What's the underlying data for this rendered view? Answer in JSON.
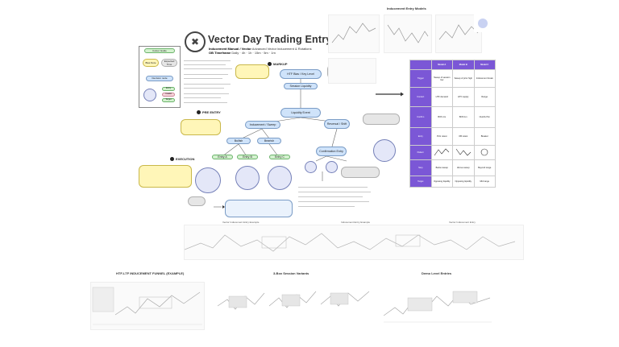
{
  "header": {
    "title": "Vector Day Trading Entry System",
    "line1_bold": "Inducement Manual / Vector",
    "line1_rest": "Advanced Vector inducement & Rotations",
    "line2_bold": "OB Timeframe",
    "line2_rest": "Daily · 4h · 1h · 15m · 5m · 1m"
  },
  "legend": {
    "title": "Colour Guide",
    "items": [
      "Bias Note",
      "Expected Time",
      "Decision node"
    ],
    "sub_items": [
      "Entry",
      "Invalid",
      "Target"
    ]
  },
  "sections": {
    "markup": "MARKUP",
    "pre_entry": "PRE ENTRY",
    "execution": "EXECUTION"
  },
  "flow": {
    "htf_bias": "HTF Bias / Key Level",
    "session": "Session Liquidity",
    "liquidity_event": "Liquidity Event",
    "inducement": "Inducement / Sweep",
    "reversal": "Reversal / Shift",
    "bullish": "Bullish",
    "bearish": "Bearish",
    "confirm": "Confirmation Entry",
    "entry_a": "Entry A",
    "entry_b": "Entry B",
    "entry_c": "Entry C"
  },
  "right_panel": {
    "title": "Inducement Entry Models",
    "arrow": "→"
  },
  "grid": {
    "headers": [
      "",
      "Model A",
      "Model B",
      "Model C"
    ],
    "rows": [
      [
        "Trigger",
        "Sweep of session low",
        "Sweep of prior high",
        "Inducement break"
      ],
      [
        "Context",
        "HTF demand",
        "HTF supply",
        "Range"
      ],
      [
        "Confirm",
        "BOS 1m",
        "BOS 1m",
        "CHoCH 5m"
      ],
      [
        "Entry",
        "FVG retest",
        "OB retest",
        "Breaker"
      ],
      [
        "Pattern",
        "",
        "",
        ""
      ],
      [
        "Stop",
        "Below sweep",
        "Above sweep",
        "Beyond range"
      ],
      [
        "Target",
        "Opposing liquidity",
        "Opposing liquidity",
        "Mid range"
      ]
    ]
  },
  "bottom": {
    "row1_captions": [
      "Vector Inducement Entry Example",
      "Inducement Entry Example",
      "Vector Inducement Entry"
    ],
    "row2_titles": [
      "HTF-LTF INDUCEMENT FUNNEL (EXAMPLE)",
      "3-Box Session Variants",
      "Demo Level Entries"
    ]
  },
  "colors": {
    "accent": "#7b57d6",
    "node_blue": "#cfe3fa",
    "node_green": "#d4f2cf",
    "node_yellow": "#fff6b8",
    "node_purple": "#e4e7f8"
  }
}
